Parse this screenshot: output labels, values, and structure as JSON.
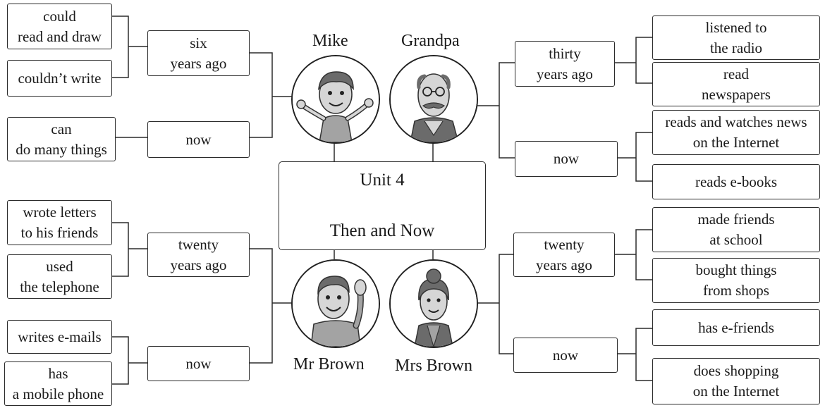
{
  "center": {
    "line1": "Unit 4",
    "line2": "Then and Now"
  },
  "characters": {
    "mike": "Mike",
    "grandpa": "Grandpa",
    "mr_brown": "Mr Brown",
    "mrs_brown": "Mrs Brown"
  },
  "mike": {
    "then_label": "six\nyears ago",
    "then_items": [
      "could\nread and draw",
      "couldn’t write"
    ],
    "now_label": "now",
    "now_items": [
      "can\ndo many things"
    ]
  },
  "grandpa": {
    "then_label": "thirty\nyears ago",
    "then_items": [
      "listened to\nthe radio",
      "read\nnewspapers"
    ],
    "now_label": "now",
    "now_items": [
      "reads and watches news\non the Internet",
      "reads e-books"
    ]
  },
  "mr_brown": {
    "then_label": "twenty\nyears ago",
    "then_items": [
      "wrote letters\nto his friends",
      "used\nthe telephone"
    ],
    "now_label": "now",
    "now_items": [
      "writes e-mails",
      "has\na mobile phone"
    ]
  },
  "mrs_brown": {
    "then_label": "twenty\nyears ago",
    "then_items": [
      "made friends\nat school",
      "bought things\nfrom shops"
    ],
    "now_label": "now",
    "now_items": [
      "has e-friends",
      "does shopping\non the Internet"
    ]
  },
  "colors": {
    "line": "#2b2b2b",
    "shade_dark": "#6b6b6b",
    "shade_mid": "#a3a3a3",
    "shade_light": "#d6d6d6"
  }
}
